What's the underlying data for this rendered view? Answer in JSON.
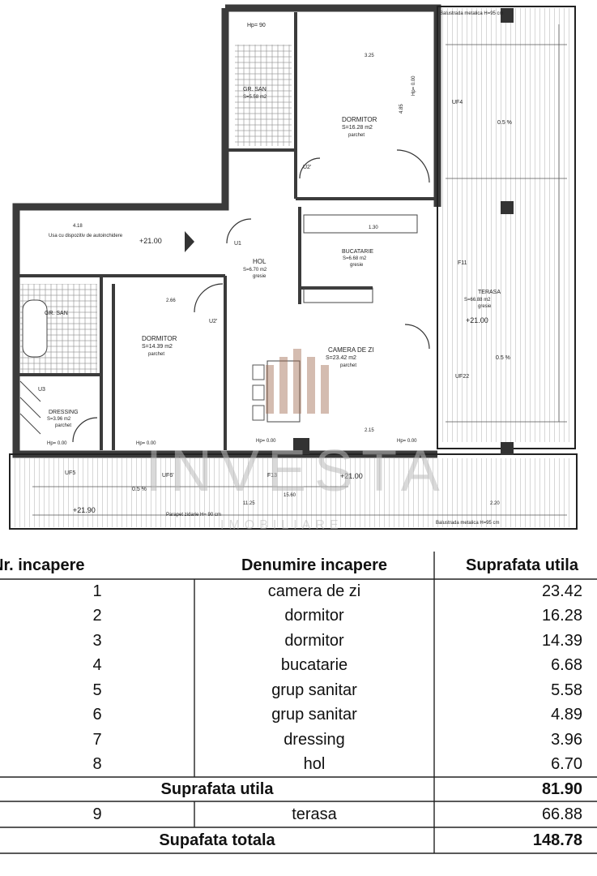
{
  "plan": {
    "labels": {
      "balustrada_top": "Balustrada metalica H=95 cm",
      "hp90_top": "Hp= 90",
      "gr_san_top": "GR. SAN",
      "gr_san_top_area": "S=5.58 m2",
      "dormitor_top": "DORMITOR",
      "dormitor_top_area": "S=16.28 m2",
      "dormitor_top_floor": "parchet",
      "hp000_a": "Hp= 0.00",
      "uf4": "UF4",
      "slope_a": "0.5 %",
      "usa": "Usa cu dispozitiv de autoinchidere",
      "level_hall": "+21.00",
      "hol": "HOL",
      "hol_area": "S=6.70 m2",
      "hol_floor": "gresie",
      "u1": "U1",
      "u2_top": "U2'",
      "u2_left": "U2'",
      "bucatarie": "BUCATARIE",
      "bucatarie_area": "S=6.68 m2",
      "bucatarie_floor": "gresie",
      "f11": "F11",
      "terasa": "TERASA",
      "terasa_area": "S=66.88 m2",
      "terasa_floor": "gresie",
      "level_terasa": "+21.00",
      "gr_san_left": "GR. SAN",
      "dormitor_left": "DORMITOR",
      "dormitor_left_area": "S=14.39 m2",
      "dormitor_left_floor": "parchet",
      "camera": "CAMERA DE ZI",
      "camera_area": "S=23.42 m2",
      "camera_floor": "parchet",
      "slope_b": "0.5 %",
      "uf22": "UF22",
      "u3": "U3",
      "dressing": "DRESSING",
      "dressing_area": "S=3.96 m2",
      "dressing_floor": "parchet",
      "hp000_b": "Hp= 0.00",
      "hp000_c": "Hp= 0.00",
      "hp000_d": "Hp= 0.00",
      "hp000_e": "Hp= 0.00",
      "uf5": "UF5",
      "uf6": "UF6'",
      "f13": "F13",
      "level_bottom": "+21.00",
      "slope_c": "0.5 %",
      "level_left": "+21.90",
      "parapet": "Parapet zidarie H= 90 cm",
      "balustrada_bottom": "Balustrada metalica H=95 cm",
      "dim_325": "3.25",
      "dim_485": "4.85",
      "dim_418": "4.18",
      "dim_130": "1.30",
      "dim_266": "2.66",
      "dim_215": "2.15",
      "dim_1125": "11.25",
      "dim_1560": "15.60",
      "dim_220": "2.20"
    },
    "watermark": {
      "brand": "INVESTA",
      "sub": "IMOBILIARE"
    }
  },
  "table": {
    "headers": {
      "nr": "Nr. incapere",
      "name": "Denumire incapere",
      "area": "Suprafata utila"
    },
    "rows": [
      {
        "nr": "1",
        "name": "camera de zi",
        "area": "23.42"
      },
      {
        "nr": "2",
        "name": "dormitor",
        "area": "16.28"
      },
      {
        "nr": "3",
        "name": "dormitor",
        "area": "14.39"
      },
      {
        "nr": "4",
        "name": "bucatarie",
        "area": "6.68"
      },
      {
        "nr": "5",
        "name": "grup sanitar",
        "area": "5.58"
      },
      {
        "nr": "6",
        "name": "grup sanitar",
        "area": "4.89"
      },
      {
        "nr": "7",
        "name": "dressing",
        "area": "3.96"
      },
      {
        "nr": "8",
        "name": "hol",
        "area": "6.70"
      }
    ],
    "subtotal": {
      "label": "Suprafata utila",
      "area": "81.90"
    },
    "terrace": {
      "nr": "9",
      "name": "terasa",
      "area": "66.88"
    },
    "total": {
      "label": "Supafata totala",
      "area": "148.78"
    }
  },
  "colors": {
    "wall": "#3b3b3b",
    "hatch": "#7a7a7a",
    "watermark": "#b9b9b9",
    "brand": "#a06a50"
  }
}
